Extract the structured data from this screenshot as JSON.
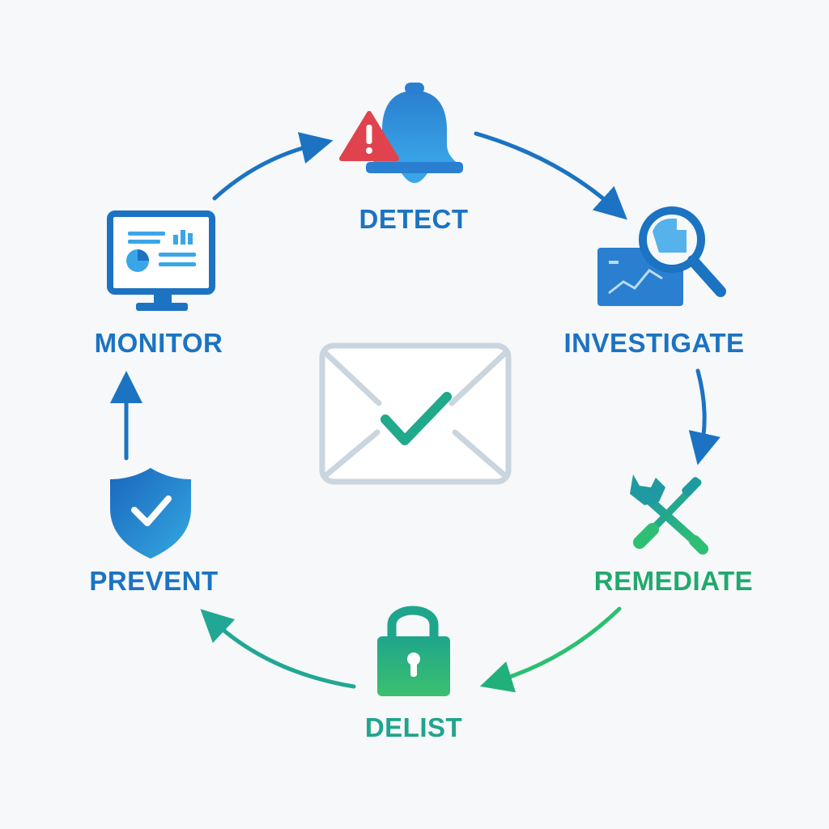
{
  "colors": {
    "blue": "#1b73c2",
    "blue_light": "#3aa0e6",
    "teal": "#1fa58c",
    "green": "#2fbf74",
    "alert_red": "#e0434e",
    "envelope": "#c9d5df"
  },
  "center": {
    "icon": "envelope-check-icon"
  },
  "stages": [
    {
      "label": "DETECT",
      "icon": "bell-alert-icon",
      "color": "#1b73c2"
    },
    {
      "label": "INVESTIGATE",
      "icon": "magnifier-chart-icon",
      "color": "#1b73c2"
    },
    {
      "label": "REMEDIATE",
      "icon": "wrench-screwdriver-icon",
      "color": "#22a86e"
    },
    {
      "label": "DELIST",
      "icon": "padlock-icon",
      "color": "#1fa58c"
    },
    {
      "label": "PREVENT",
      "icon": "shield-check-icon",
      "color": "#1b73c2"
    },
    {
      "label": "MONITOR",
      "icon": "monitor-dashboard-icon",
      "color": "#1b73c2"
    }
  ]
}
